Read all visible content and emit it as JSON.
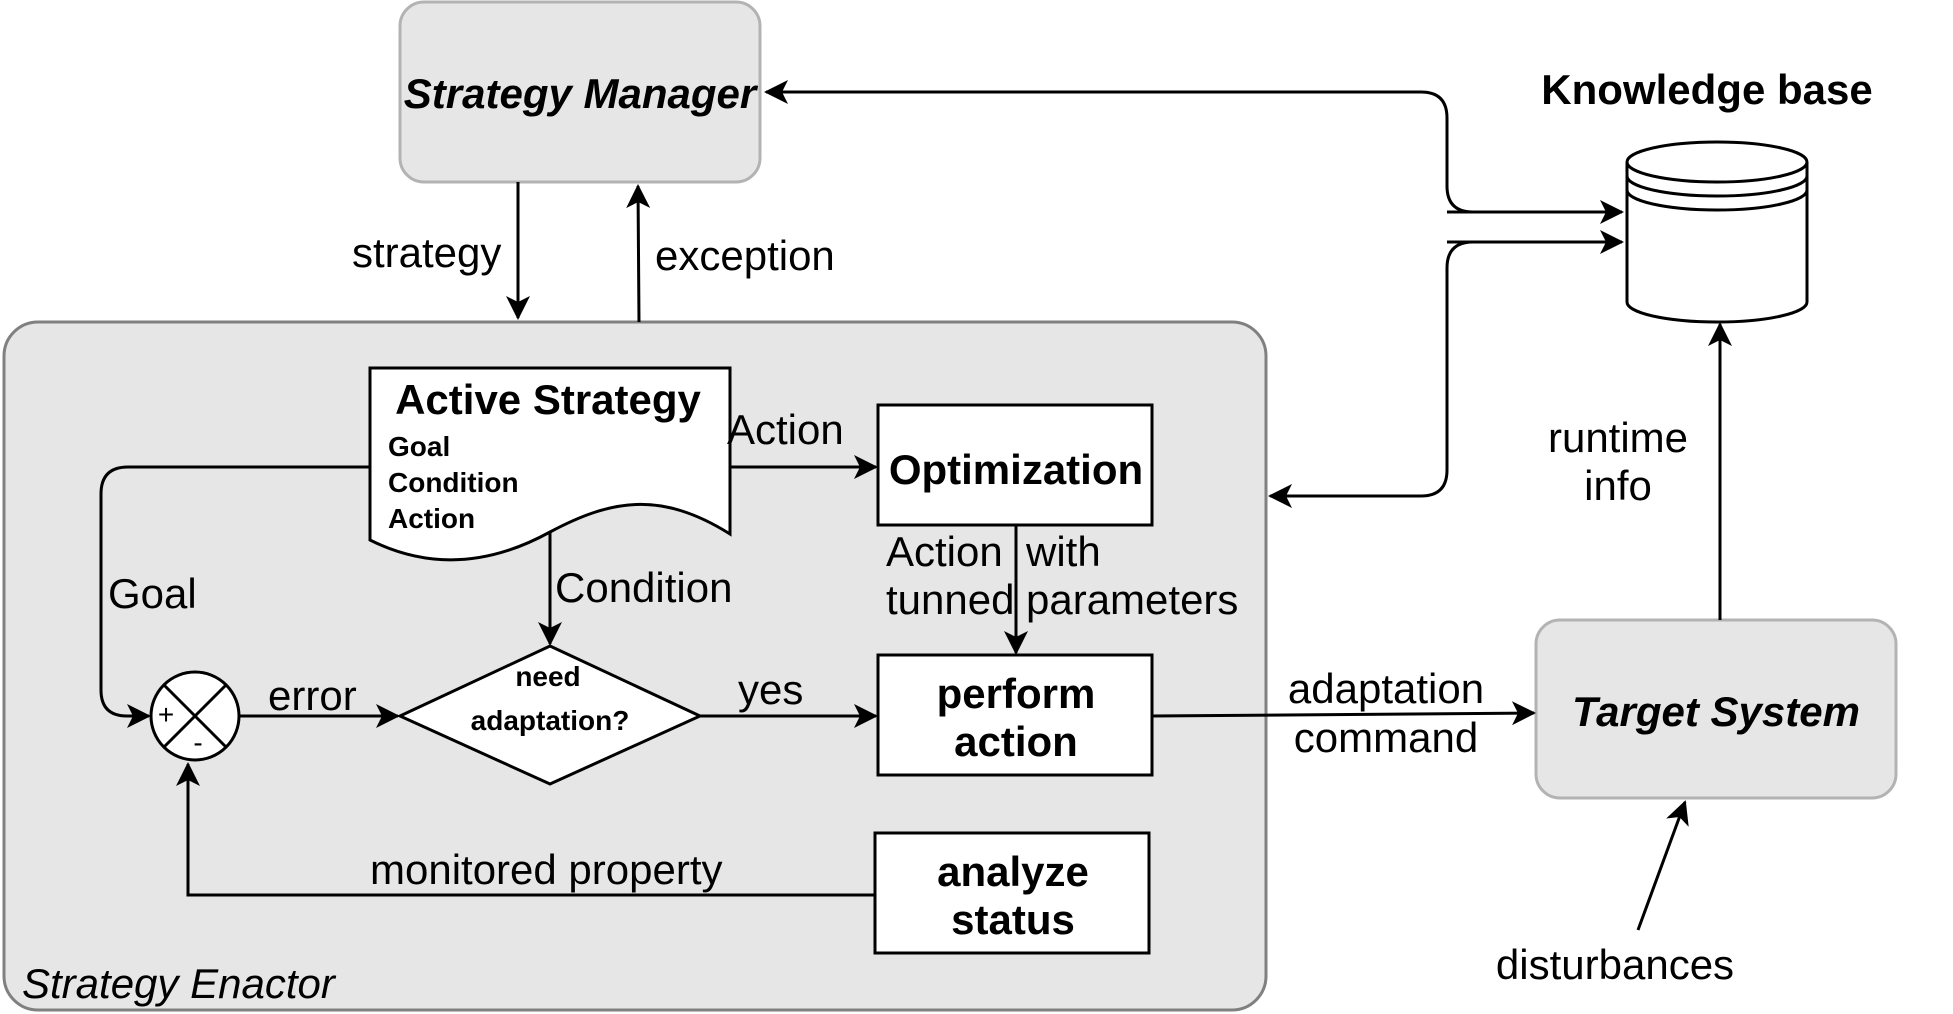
{
  "strategy_manager": "Strategy Manager",
  "knowledge_base": "Knowledge base",
  "strategy_enactor": "Strategy Enactor",
  "target_system": "Target System",
  "active_strategy": {
    "title": "Active Strategy",
    "items": [
      "Goal",
      "Condition",
      "Action"
    ]
  },
  "optimization": "Optimization",
  "perform_action": [
    "perform",
    "action"
  ],
  "analyze_status": [
    "analyze",
    "status"
  ],
  "decision": [
    "need",
    "adaptation?"
  ],
  "summing_junction": {
    "plus": "+",
    "minus": "-"
  },
  "edges": {
    "strategy": "strategy",
    "exception": "exception",
    "action": "Action",
    "goal": "Goal",
    "condition": "Condition",
    "error": "error",
    "yes": "yes",
    "action_with": "Action",
    "with": "with",
    "tunned": "tunned",
    "parameters": "parameters",
    "monitored_property": "monitored property",
    "adaptation": "adaptation",
    "command": "command",
    "runtime": "runtime",
    "info": "info",
    "disturbances": "disturbances"
  }
}
